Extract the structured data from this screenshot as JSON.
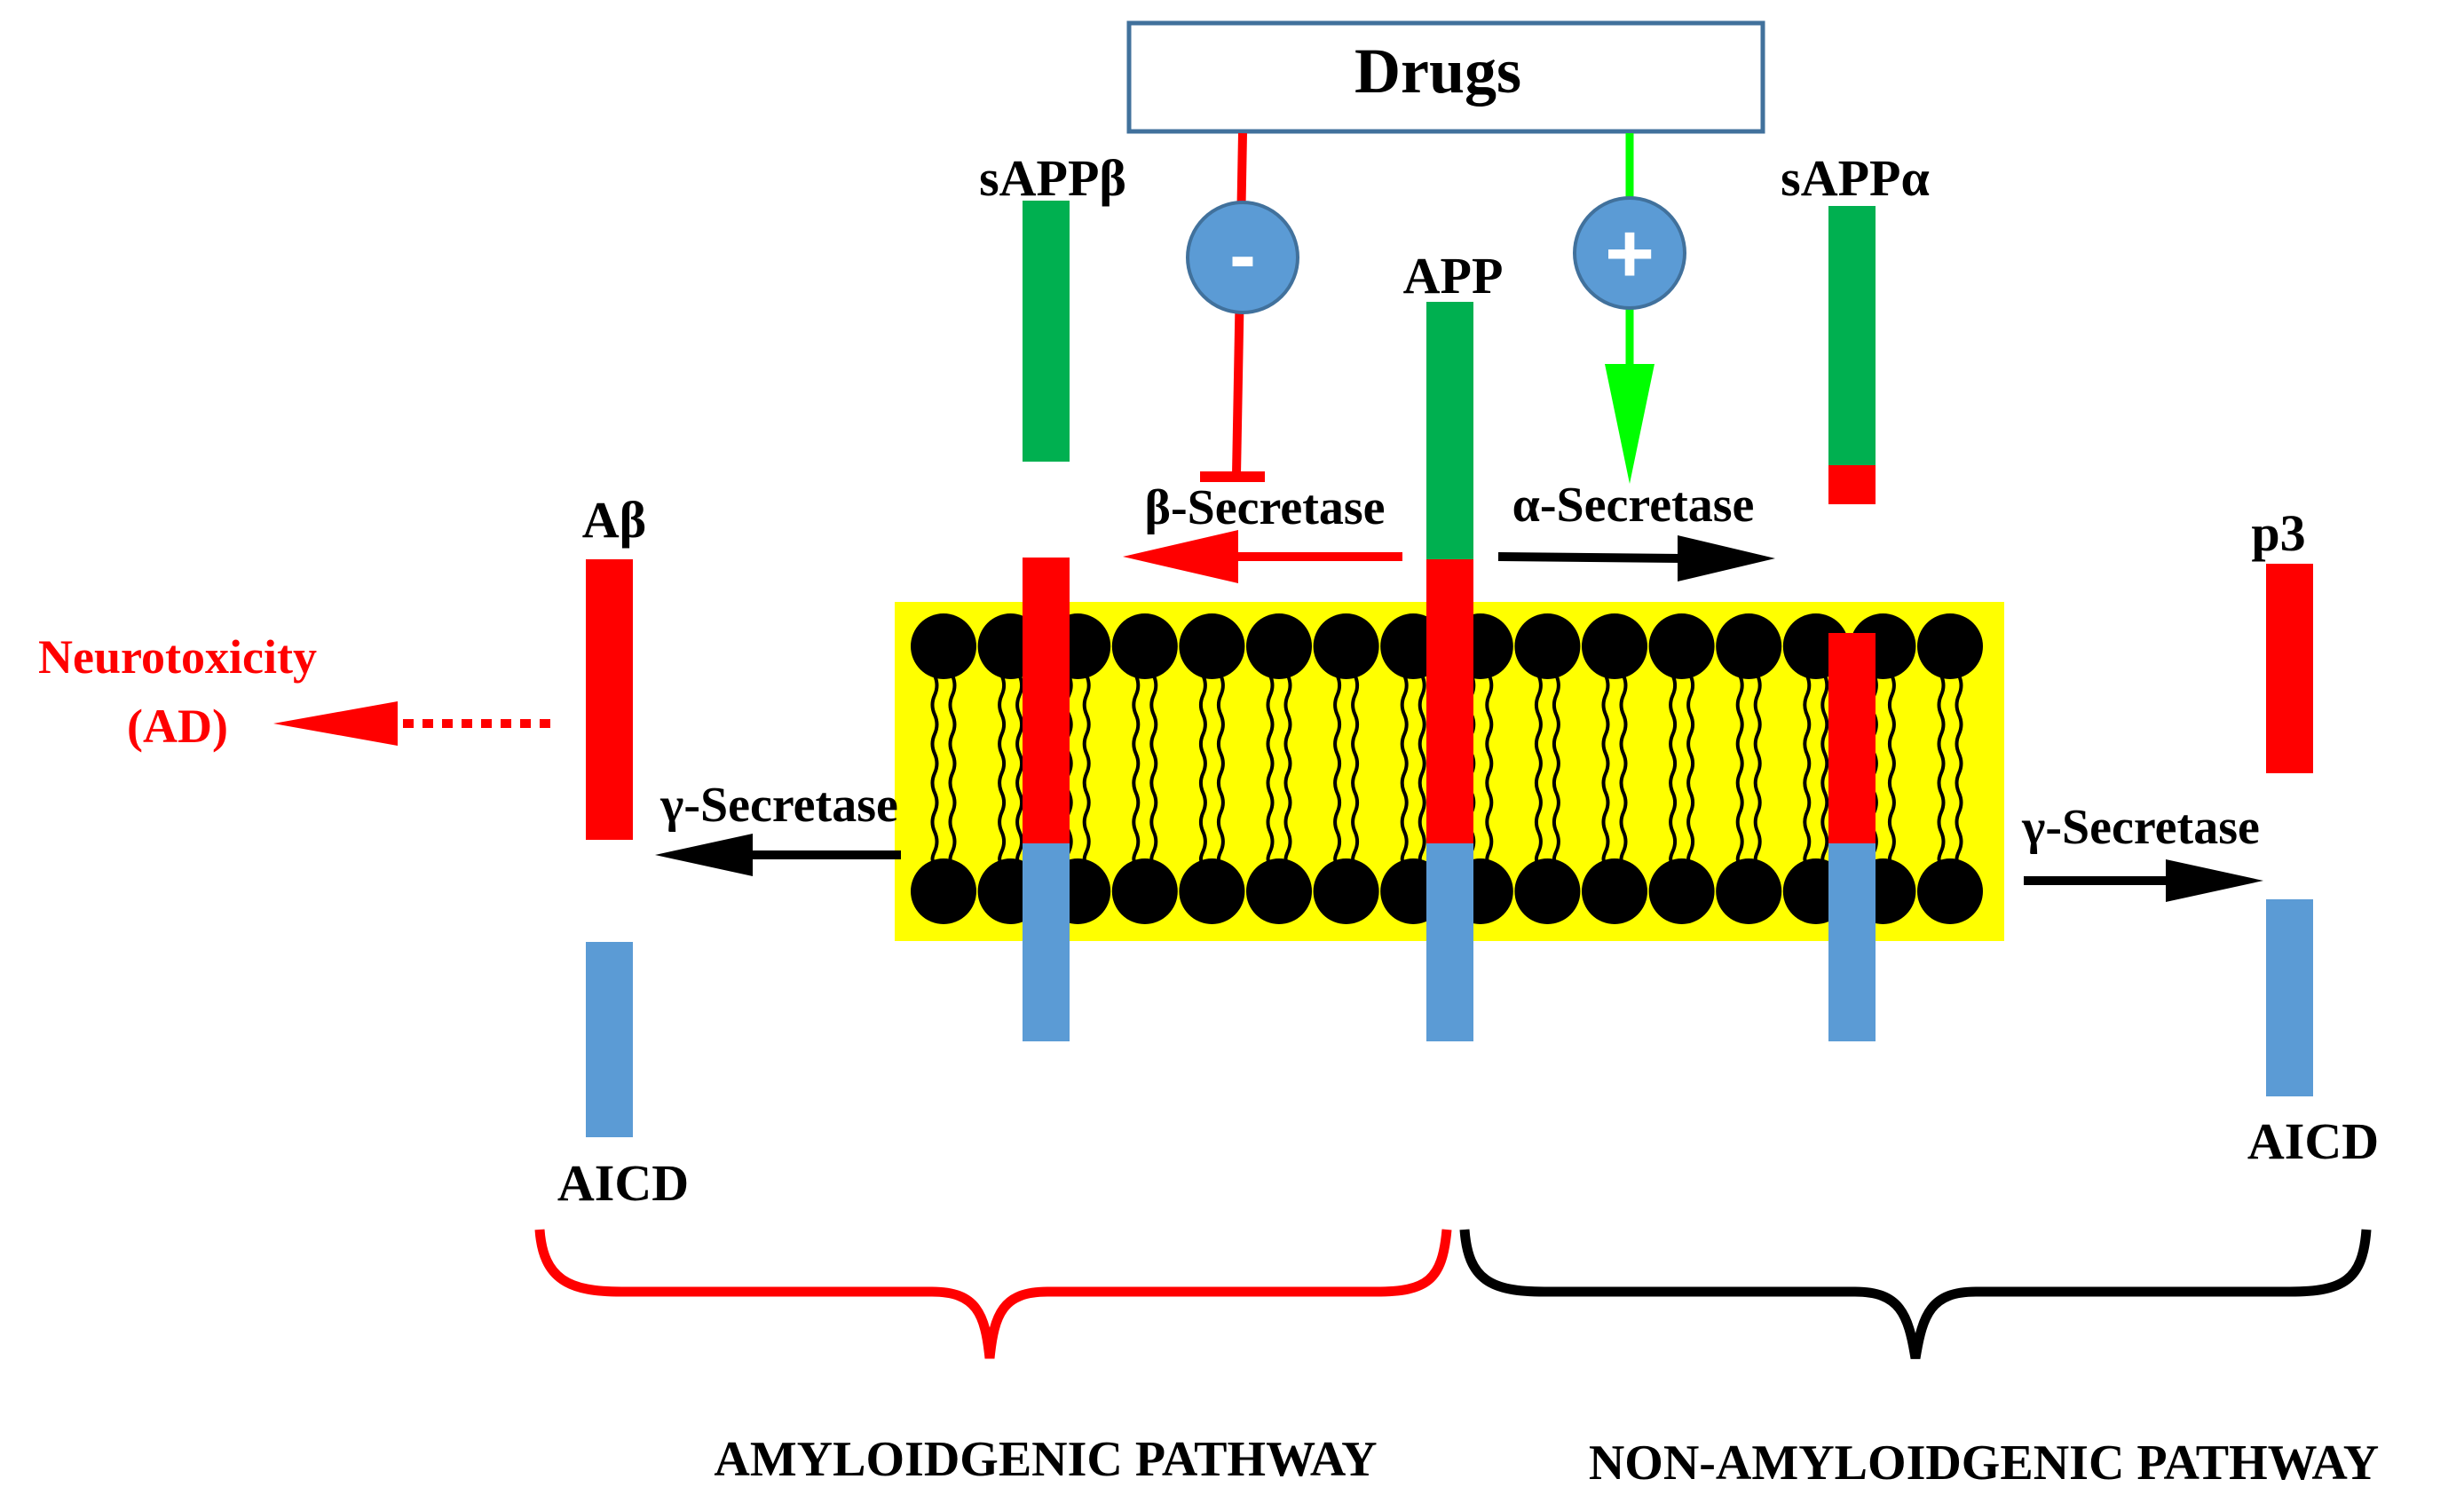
{
  "drugs_box": {
    "label": "Drugs"
  },
  "labels": {
    "app": "APP",
    "sapp_beta": "sAPPβ",
    "sapp_alpha": "sAPPα",
    "a_beta": "Aβ",
    "p3": "p3",
    "aicd_left": "AICD",
    "aicd_right": "AICD",
    "beta_secretase": "β-Secretase",
    "alpha_secretase": "α-Secretase",
    "gamma_secretase_left": "γ-Secretase",
    "gamma_secretase_right": "γ-Secretase",
    "neurotoxicity_line1": "Neurotoxicity",
    "neurotoxicity_line2": "(AD)"
  },
  "signs": {
    "minus": "-",
    "plus": "+"
  },
  "pathways": {
    "amyloidgenic": "AMYLOIDGENIC PATHWAY",
    "non_amyloidgenic": "NON-AMYLOIDGENIC PATHWAY"
  },
  "colors": {
    "green_segment": "#00B050",
    "red_segment": "#FF0000",
    "blue_segment": "#5B9BD5",
    "membrane": "#FFFF00",
    "inhibition": "#FF0000",
    "activation": "#00FF00",
    "sign_circle": "#5B9BD5",
    "box_border": "#41719C",
    "neurotoxicity_text": "#FF0000"
  }
}
